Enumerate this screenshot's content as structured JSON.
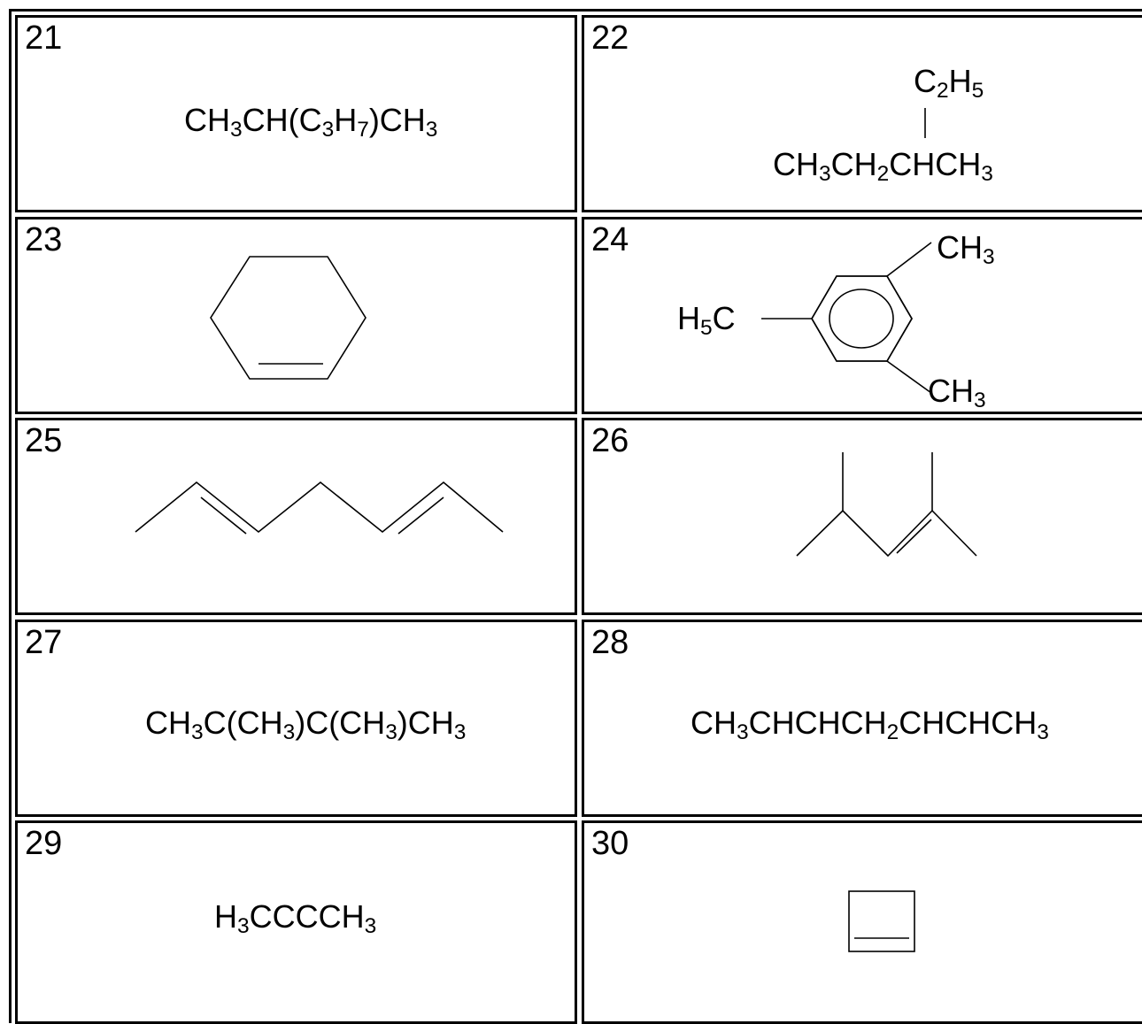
{
  "cells": {
    "c21": {
      "number": "21",
      "formula": "CH3CH(C3H7)CH3"
    },
    "c22": {
      "number": "22",
      "branch": "C2H5",
      "main": "CH3CH2CHCH3"
    },
    "c23": {
      "number": "23"
    },
    "c24": {
      "number": "24",
      "left_group": "H5C",
      "top_group": "CH3",
      "bottom_group": "CH3"
    },
    "c25": {
      "number": "25"
    },
    "c26": {
      "number": "26"
    },
    "c27": {
      "number": "27",
      "formula": "CH3C(CH3)C(CH3)CH3"
    },
    "c28": {
      "number": "28",
      "formula": "CH3CHCHCH2CHCHCH3"
    },
    "c29": {
      "number": "29",
      "formula": "H3CCCCH3"
    },
    "c30": {
      "number": "30"
    }
  },
  "icons": {
    "c23": "cyclohexene-structure-icon",
    "c24": "benzene-ring-structure-icon",
    "c25": "heptadiene-skeletal-icon",
    "c26": "dimethylpentene-skeletal-icon",
    "c30": "cyclobutene-structure-icon"
  }
}
